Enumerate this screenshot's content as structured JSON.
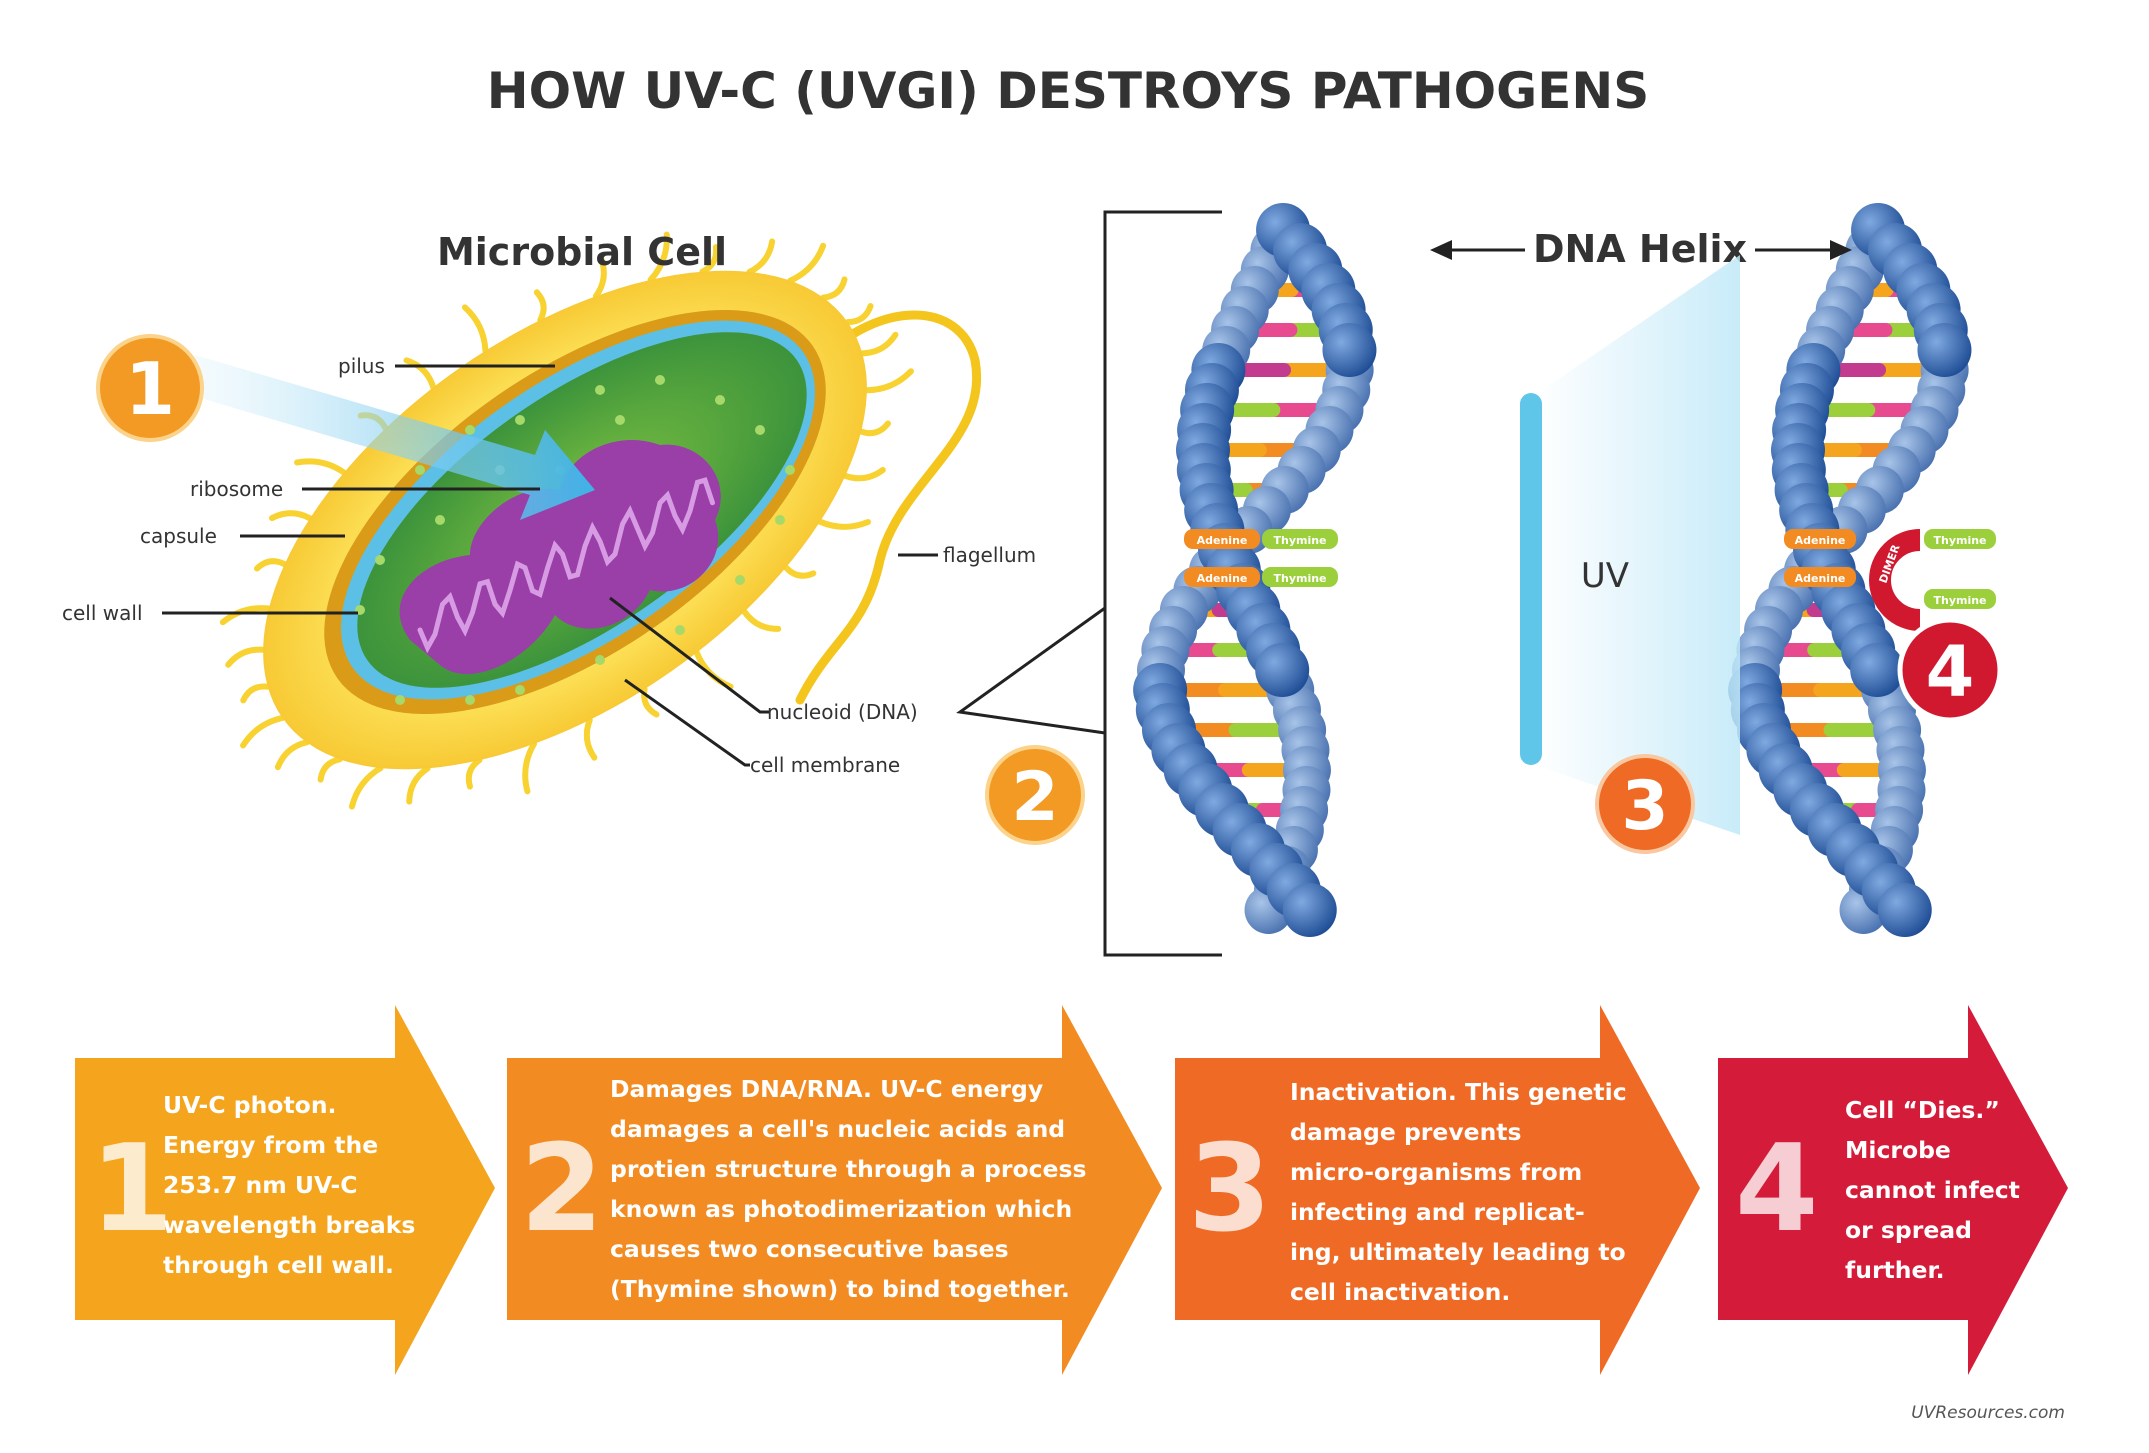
{
  "title": "HOW UV-C (UVGI) DESTROYS PATHOGENS",
  "cell": {
    "heading": "Microbial Cell",
    "labels": {
      "pilus": "pilus",
      "ribosome": "ribosome",
      "capsule": "capsule",
      "cell_wall": "cell wall",
      "flagellum": "flagellum",
      "nucleoid": "nucleoid (DNA)",
      "membrane": "cell membrane"
    }
  },
  "dna": {
    "heading": "DNA Helix",
    "uv_label": "UV",
    "bases": [
      "Adenine",
      "Thymine",
      "Adenine",
      "Thymine"
    ],
    "dimer_label": "DIMER"
  },
  "badges": [
    "1",
    "2",
    "3",
    "4"
  ],
  "steps": [
    {
      "number": "1",
      "lines": [
        "UV-C photon.",
        "Energy from the",
        "253.7 nm UV-C",
        "wavelength breaks",
        "through cell wall."
      ]
    },
    {
      "number": "2",
      "lines": [
        "Damages DNA/RNA. UV-C energy",
        "damages a cell's nucleic acids and",
        "protien structure through a process",
        "known as photodimerization which",
        "causes two consecutive  bases",
        "(Thymine shown) to bind together."
      ]
    },
    {
      "number": "3",
      "lines": [
        "Inactivation. This genetic",
        "damage prevents",
        "micro-organisms from",
        "infecting and replicat-",
        "ing, ultimately leading to",
        "cell inactivation."
      ]
    },
    {
      "number": "4",
      "lines": [
        "Cell “Dies.”",
        "Microbe",
        "cannot infect",
        "or spread",
        "further."
      ]
    }
  ],
  "credit": "UVResources.com",
  "colors": {
    "step1": "#f5a41e",
    "step2": "#f28b22",
    "step3": "#ef6a24",
    "step4": "#d41c3a",
    "badge_orange": "#f39a24",
    "badge_red": "#d0192f",
    "uv_blue": "#5fc6ea"
  }
}
